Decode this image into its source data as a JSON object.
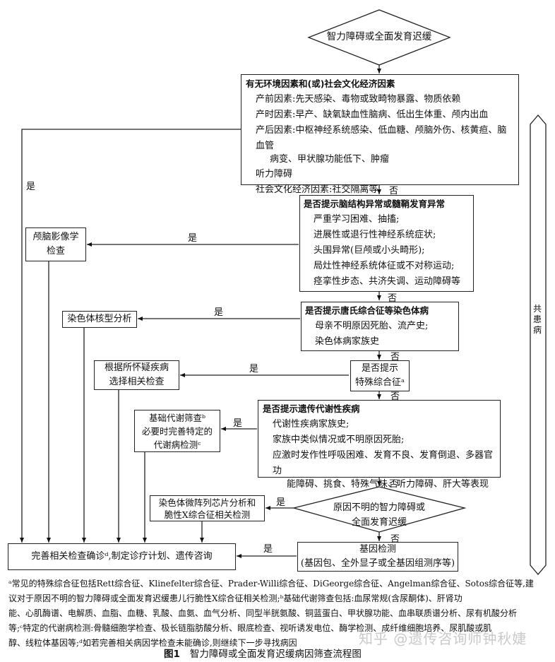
{
  "start": {
    "label": "智力障碍或全面发育迟缓"
  },
  "env_box": {
    "title": "有无环境因素和(或)社会文化经济因素",
    "items": [
      "产前因素:先天感染、毒物或致畸物暴露、物质依赖",
      "产时因素:早产、缺氧缺血性脑病、低出生体重、颅内出血",
      "产后因素:中枢神经系统感染、低血糖、颅脑外伤、核黄疸、脑血管",
      "听力障碍",
      "社会文化经济因素:社交隔离等"
    ],
    "item3_cont": "病变、甲状腺功能低下、肿瘤"
  },
  "brain_box": {
    "title": "是否提示脑结构异常或髓鞘发育异常",
    "items": [
      "严重学习困难、抽搐;",
      "进展性或退行性神经系统症状;",
      "头围异常(巨颅或小头畸形);",
      "局灶性神经系统体征或不对称运动;",
      "痉挛性步态、共济失调、运动障碍等"
    ]
  },
  "chrom_box": {
    "title": "是否提示唐氏综合征等染色体病",
    "items": [
      "母亲不明原因死胎、流产史;",
      "染色体病家族史"
    ]
  },
  "special_box": {
    "line1": "是否提示",
    "line2": "特殊综合征ᵃ"
  },
  "metab_box": {
    "title": "是否提示遗传代谢性疾病",
    "items": [
      "代谢性疾病家族史;",
      "家族中类似情况或不明原因死胎;",
      "应激时发作性呼吸困难、发育不良、发育倒退、多器官功"
    ],
    "item3_cont": "能障碍、挑食、特殊气味、听力障碍、肝大等表现"
  },
  "unknown_diamond": {
    "line1": "原因不明的智力障碍或",
    "line2": "全面发育迟缓"
  },
  "gene_box": {
    "line1": "基因检测",
    "line2": "(基因包、全外显子或全基因组测序等)"
  },
  "left_boxes": {
    "imaging": {
      "line1": "颅脑影像学",
      "line2": "检查"
    },
    "karyotype": {
      "line1": "染色体核型分析"
    },
    "suspected": {
      "line1": "根据所怀疑疾病",
      "line2": "选择相关检查"
    },
    "metab_screen": {
      "line1": "基础代谢筛查ᵇ",
      "line2": "必要时完善特定的",
      "line3": "代谢病检测ᶜ"
    },
    "microarray": {
      "line1": "染色体微阵列芯片分析和",
      "line2": "脆性X综合征相关检测"
    }
  },
  "final_box": {
    "label": "完善相关检查确诊ᵈ,制定诊疗计划、遗传咨询"
  },
  "comorbidity": {
    "label": "共患病"
  },
  "edge_labels": {
    "yes": "是",
    "no": "否"
  },
  "footnote": {
    "lines": [
      "ᵃ常见的特殊综合征包括Rett综合征、Klinefelter综合征、Prader-Willi综合征、DiGeorge综合征、Angelman综合征、Sotos综合征等,建",
      "议对于原因不明的智力障碍或全面发育迟缓患儿行脆性X综合征相关检测;ᵇ基础代谢筛查包括:血尿常规(含尿酮体)、肝肾功",
      "能、心肌酶谱、电解质、血脂、血糖、乳酸、血氨、血气分析、同型半胱氨酸、铜蓝蛋白、甲状腺功能、血串联质谱分析、尿有机酸分析",
      "等;ᶜ特定的代谢病检测:骨髓细胞学检查、极长链脂肪酸分析、眼底检查、视听诱发电位、酶学检测、成纤维细胞培养、尿肌酸或肌",
      "醇、线粒体基因等;ᵈ如若完善相关病因学检查未能确诊,则继续下一步寻找病因"
    ]
  },
  "caption": {
    "fig": "图1",
    "text": "智力障碍或全面发育迟缓病因筛查流程图"
  },
  "watermark": {
    "text": "知乎 @遗传咨询师钟秋婕"
  }
}
